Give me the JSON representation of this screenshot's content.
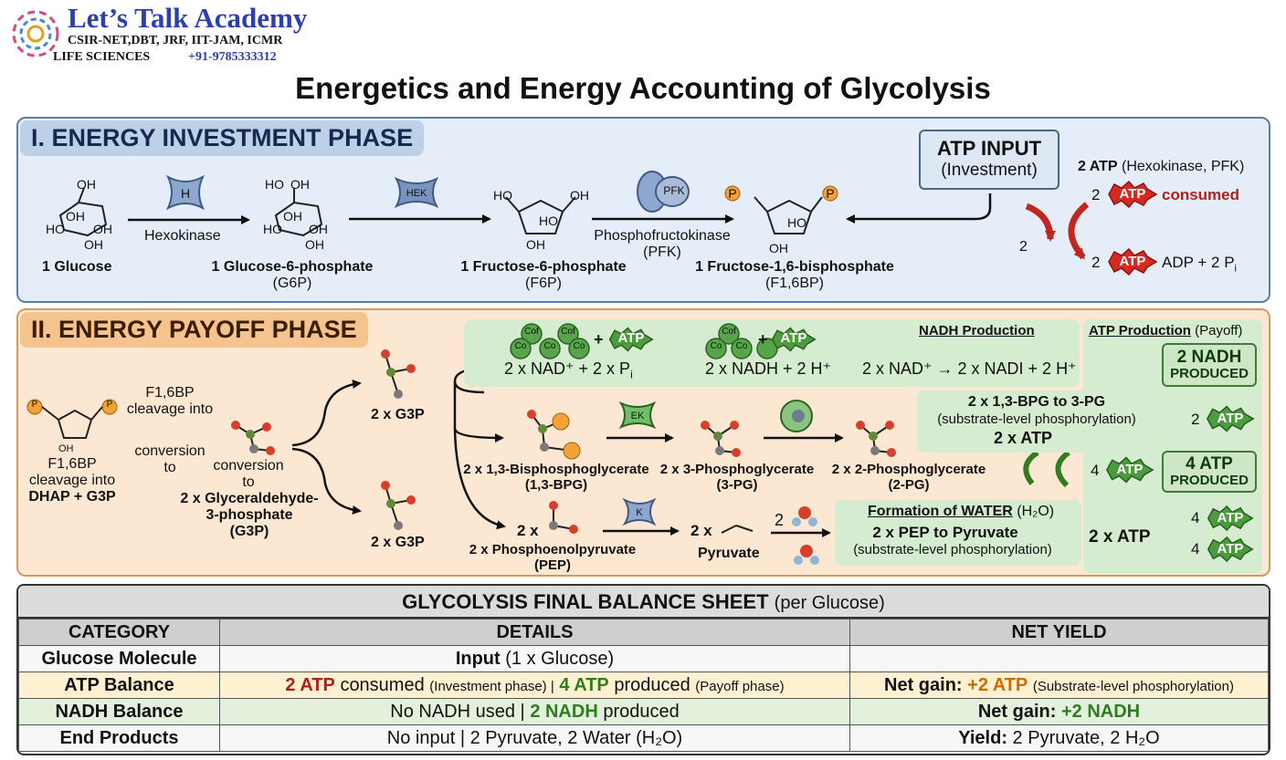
{
  "header": {
    "logo_title": "Let’s Talk Academy",
    "logo_sub1": "CSIR-NET,DBT, JRF, IIT-JAM, ICMR",
    "logo_sub2": "LIFE SCIENCES",
    "logo_phone": "+91-9785333312",
    "main_title": "Energetics and Energy Accounting of Glycolysis"
  },
  "investment": {
    "tab": "I. ENERGY INVESTMENT PHASE",
    "glucose": "1 Glucose",
    "g6p": "1 Glucose-6-phosphate",
    "g6p_abbr": "(G6P)",
    "f6p": "1 Fructose-6-phosphate",
    "f6p_abbr": "(F6P)",
    "f16bp": "1 Fructose-1,6-bisphosphate",
    "f16bp_abbr": "(F1,6BP)",
    "enz_hexokinase": "Hexokinase",
    "enz_pfk_1": "Phosphofructokinase",
    "enz_pfk_2": "(PFK)",
    "enz_icon_h": "H",
    "enz_icon_hek": "HEK",
    "enz_icon_pfk": "PFK",
    "atp_input_1": "ATP INPUT",
    "atp_input_2": "(Investment)",
    "atp_source_b": "2 ATP",
    "atp_source_r": "(Hexokinase, PFK)",
    "two": "2",
    "atp_word": "ATP",
    "consumed": "consumed",
    "adp": "ADP + 2 P",
    "adp_sub": "i",
    "arrow_two": "2",
    "p": "P",
    "oh": "OH",
    "ho": "HO"
  },
  "payoff": {
    "tab": "II. ENERGY PAYOFF PHASE",
    "f16bp_label": "F1,6BP",
    "cleavage_into": "cleavage into",
    "dhap_g3p": "DHAP + G3P",
    "f16bp_cleavage_1": "F1,6BP",
    "f16bp_cleavage_2": "cleavage into",
    "conversion_1": "conversion",
    "conversion_2": "to",
    "conversion_3": "conversion",
    "conversion_4": "to",
    "g3p_full_1": "2 x Glyceraldehyde-",
    "g3p_full_2": "3-phosphate",
    "g3p_full_3": "(G3P)",
    "g3p_top": "2 x G3P",
    "g3p_bottom": "2 x G3P",
    "cof": "Cof",
    "co": "Co",
    "plus": "+",
    "nad_eq1": "2 x NAD⁺ + 2 x P",
    "nad_eq1_sub": "i",
    "nad_eq2": "2 x NADH + 2 H⁺",
    "nadh_production": "NADH Production",
    "nad_eq3": "2 x NAD⁺ → 2 x NADI + 2 H⁺",
    "atp_production": "ATP Production",
    "atp_production_suf": "(Payoff)",
    "nadh_badge_1": "2 NADH",
    "nadh_badge_2": "PRODUCED",
    "bpg_1": "2 x 1,3-Bisphosphoglycerate",
    "bpg_2": "(1,3-BPG)",
    "pg3_1": "2 x 3-Phosphoglycerate",
    "pg3_2": "(3-PG)",
    "pg2_1": "2 x 2-Phosphoglycerate",
    "pg2_2": "(2-PG)",
    "ek": "EK",
    "k": "K",
    "bpg_to_pg_1": "2 x 1,3-BPG to 3-PG",
    "bpg_to_pg_2": "(substrate-level phosphorylation)",
    "bpg_to_pg_3": "2 x ATP",
    "atp2": "2",
    "atp4": "4",
    "atp_badge_1": "4 ATP",
    "atp_badge_2": "PRODUCED",
    "pep_coef": "2 x",
    "pep_1": "2 x Phosphoenolpyruvate",
    "pep_2": "(PEP)",
    "pyr_coef": "2 x",
    "pyruvate": "Pyruvate",
    "water_two": "2",
    "water_title": "Formation of WATER",
    "water_formula": "(H₂O)",
    "pep_pyr_1": "2 x PEP to Pyruvate",
    "pep_pyr_2": "(substrate-level phosphorylation)",
    "pep_pyr_atp": "2 x ATP",
    "four_a": "4",
    "four_b": "4"
  },
  "table": {
    "title": "GLYCOLYSIS FINAL BALANCE SHEET",
    "title_suffix": "(per Glucose)",
    "headers": [
      "CATEGORY",
      "DETAILS",
      "NET YIELD"
    ],
    "glucose": {
      "cat": "Glucose Molecule",
      "d_b": "Input",
      "d_r": "(1 x Glucose)",
      "yield": ""
    },
    "atp": {
      "cat": "ATP Balance",
      "d1": "2 ATP",
      "d2": "consumed",
      "d3": "(Investment phase) |",
      "d4": "4 ATP",
      "d5": "produced",
      "d6": "(Payoff phase)",
      "y1": "Net gain:",
      "y2": "+2 ATP",
      "y3": "(Substrate-level phosphorylation)"
    },
    "nadh": {
      "cat": "NADH Balance",
      "d1": "No NADH used |",
      "d2": "2 NADH",
      "d3": "produced",
      "y1": "Net gain:",
      "y2": "+2 NADH"
    },
    "end": {
      "cat": "End Products",
      "d": "No input | 2 Pyruvate, 2 Water (H₂O)",
      "y1": "Yield:",
      "y2": "2 Pyruvate, 2 H₂O"
    }
  },
  "colors": {
    "atp_star": "#d42a22",
    "nadh_green": "#2e7d1e",
    "investment_bg": "#e5eef8",
    "payoff_bg": "#fce8d2"
  }
}
